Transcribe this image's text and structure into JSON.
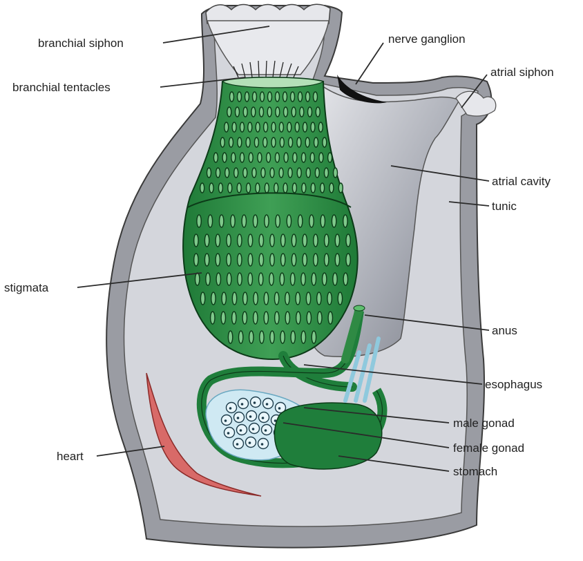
{
  "diagram": {
    "labels": {
      "branchial_siphon": "branchial siphon",
      "branchial_tentacles": "branchial tentacles",
      "nerve_ganglion": "nerve ganglion",
      "atrial_siphon": "atrial siphon",
      "atrial_cavity": "atrial cavity",
      "tunic": "tunic",
      "stigmata": "stigmata",
      "anus": "anus",
      "esophagus": "esophagus",
      "male_gonad": "male gonad",
      "female_gonad": "female gonad",
      "stomach": "stomach",
      "heart": "heart"
    },
    "colors": {
      "tunic_outer": "#9a9ca3",
      "tunic_inner": "#d4d6dc",
      "atrial_cavity": "#b9bcc4",
      "pharynx": "#2f8a44",
      "pharynx_light": "#4fae5f",
      "stigmata": "#0f4a1f",
      "stomach": "#1f7e3b",
      "gonad": "#cfe9f3",
      "heart": "#d86a68",
      "ganglion": "#111111"
    }
  }
}
